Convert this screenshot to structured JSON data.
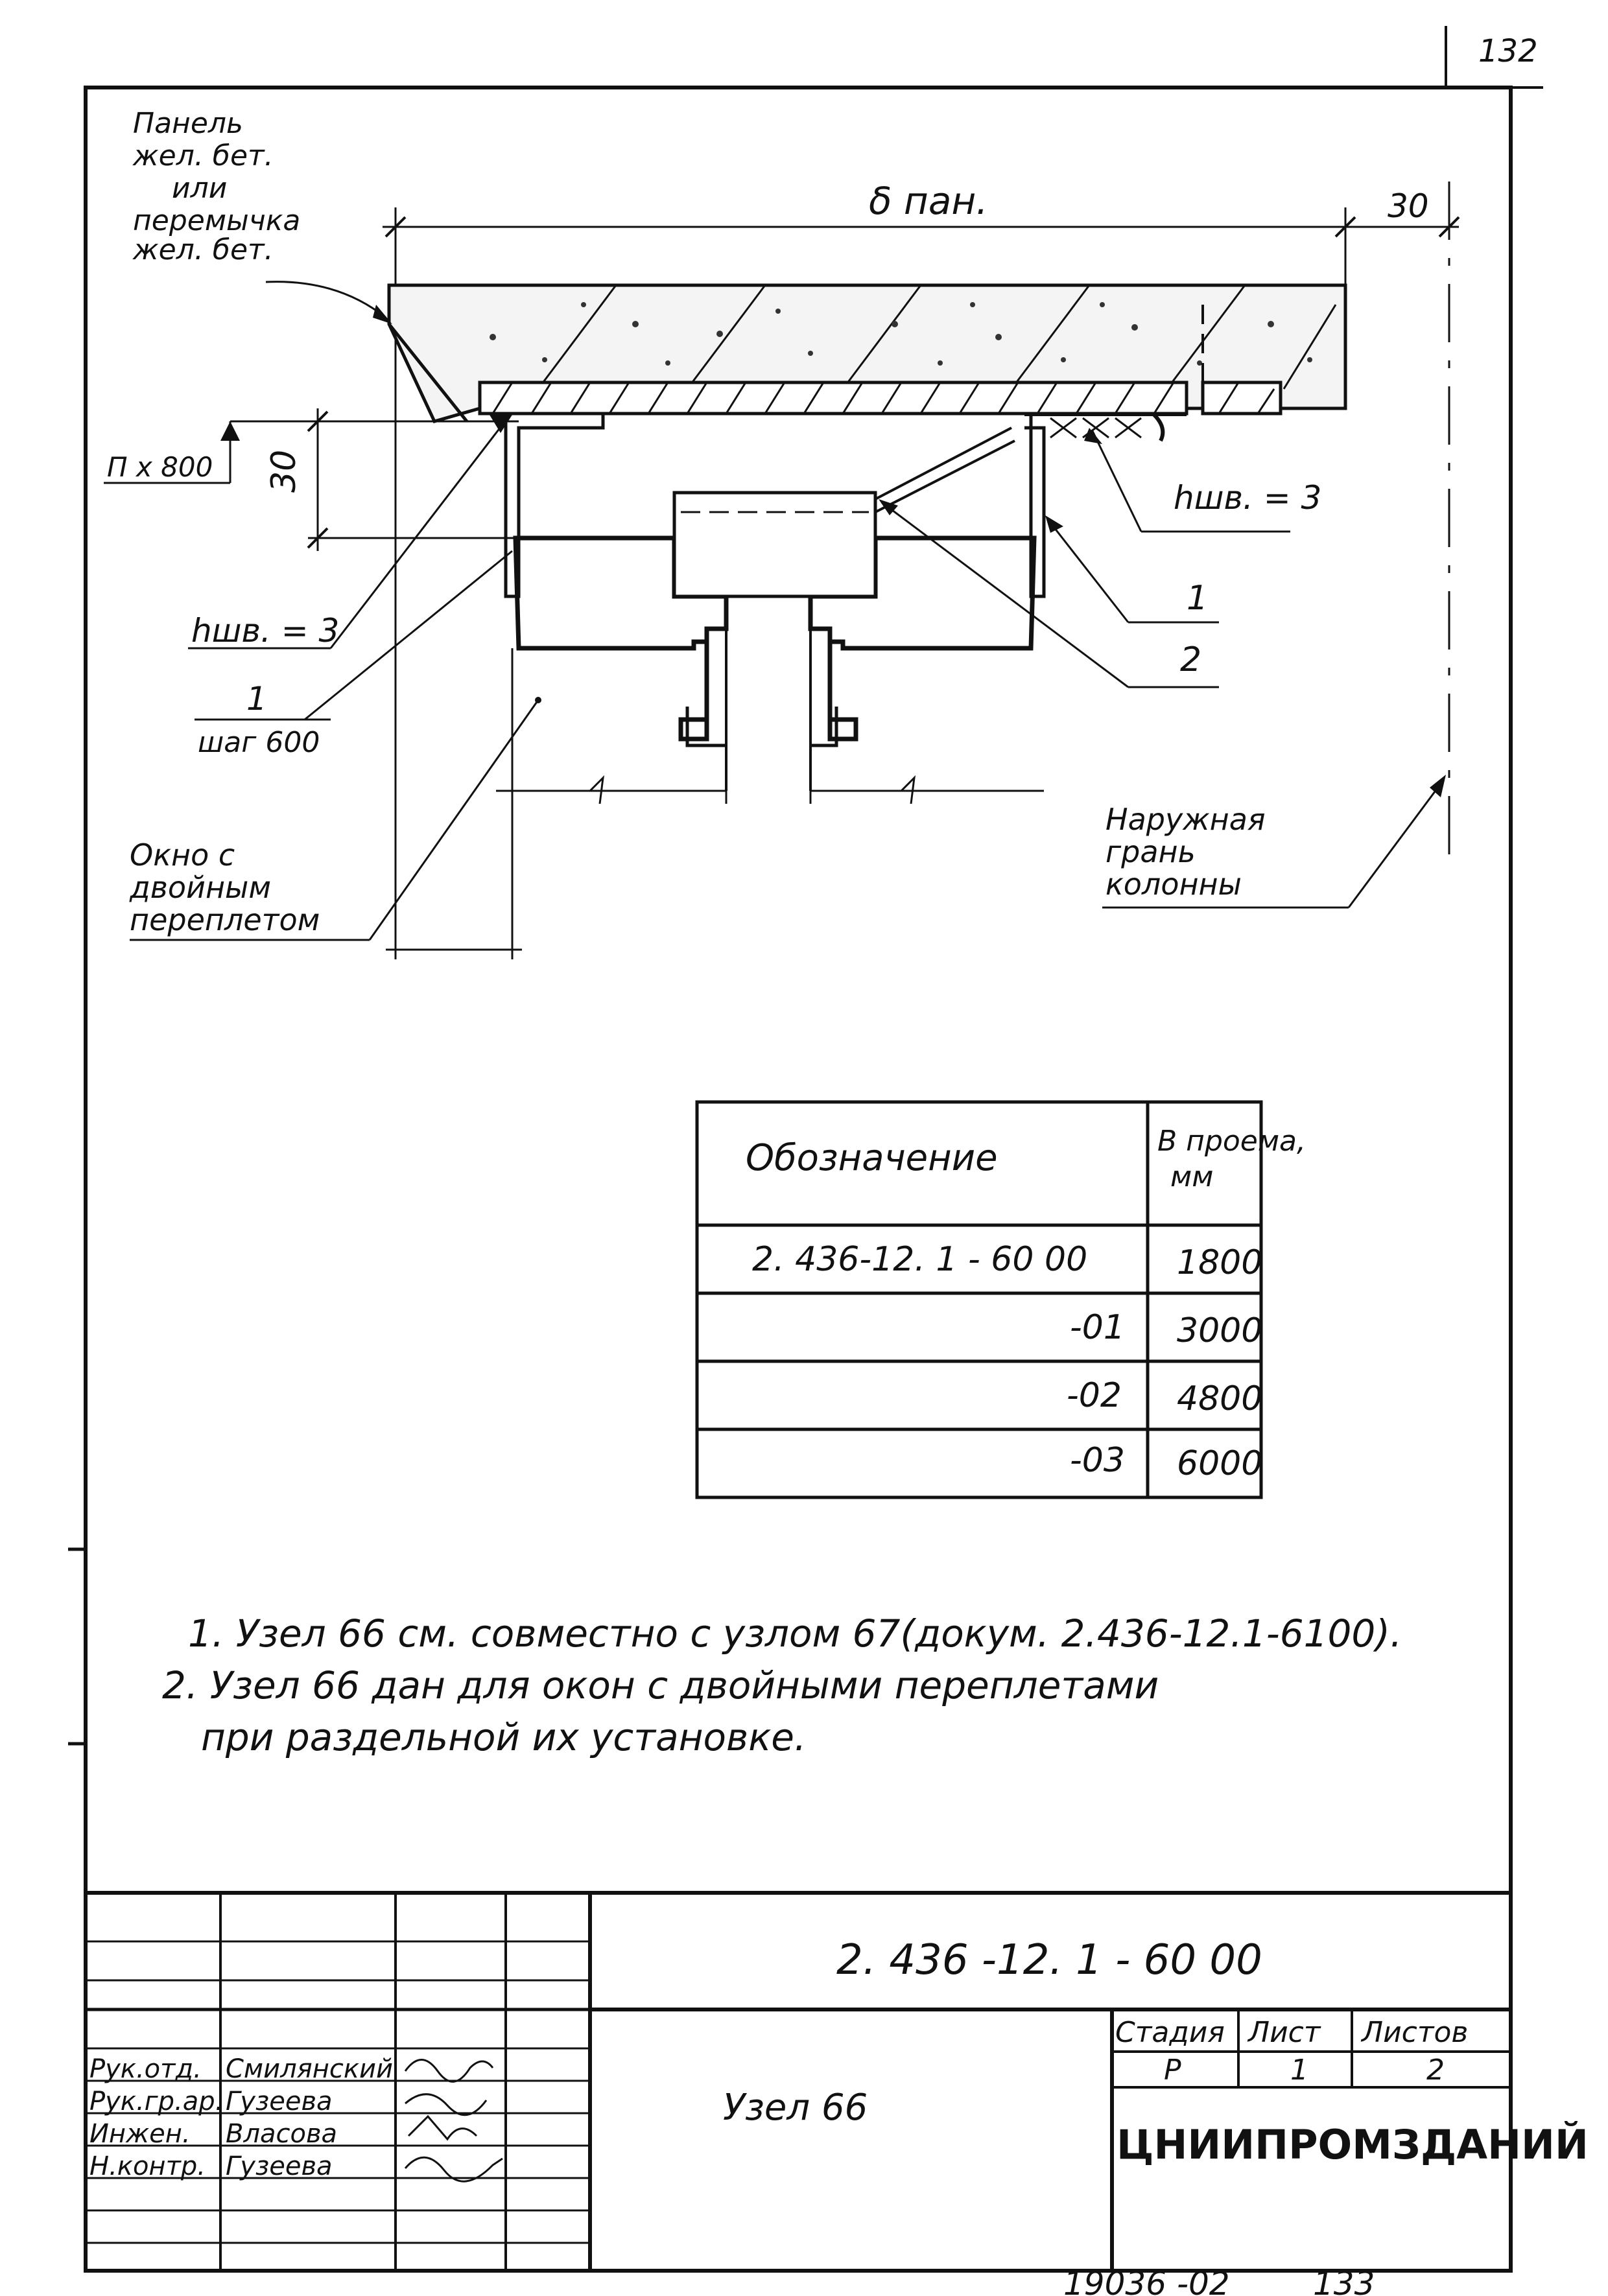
{
  "page_number": "132",
  "drawing": {
    "dim_top": "δ  пан.",
    "dim_right": "30",
    "dim_vertical": "30",
    "label_level": "П х 800",
    "label_panel": [
      "Панель",
      "жел. бет.",
      "или",
      "перемычка",
      "жел. бет."
    ],
    "label_hshv_left": "hшв. = 3",
    "label_hshv_right": "hшв. = 3",
    "label_item1_left": "1",
    "label_step": "шаг 600",
    "label_item1_right": "1",
    "label_item2_right": "2",
    "label_window": [
      "Окно с",
      "двойным",
      "переплетом"
    ],
    "label_column": [
      "Наружная",
      "грань",
      "колонны"
    ]
  },
  "spec_table": {
    "headers": [
      "Обозначение",
      "В проема, мм"
    ],
    "rows": [
      [
        "2. 436-12. 1 - 60 00",
        "1800"
      ],
      [
        "-01",
        "3000"
      ],
      [
        "-02",
        "4800"
      ],
      [
        "-03",
        "6000"
      ]
    ]
  },
  "notes": [
    "1. Узел 66  см. совместно  с узлом 67(докум. 2.436-12.1-6100).",
    "2. Узел 66  дан для окон с двойными переплетами",
    "при раздельной  их установке."
  ],
  "title_block": {
    "doc_code": "2. 436 -12. 1 - 60 00",
    "title": "Узел 66",
    "stage_header": "Стадия",
    "sheet_header": "Лист",
    "sheets_header": "Листов",
    "stage": "Р",
    "sheet": "1",
    "sheets": "2",
    "org": "ЦНИИПРОМЗДАНИЙ",
    "roles": [
      "Рук.отд.",
      "Рук.гр.ар.",
      "Инжен.",
      "Н.контр."
    ],
    "names": [
      "Смилянский",
      "Гузеева",
      "Власова",
      "Гузеева"
    ]
  },
  "footer": {
    "inventory": "19036 -02",
    "page_ref": "133"
  }
}
